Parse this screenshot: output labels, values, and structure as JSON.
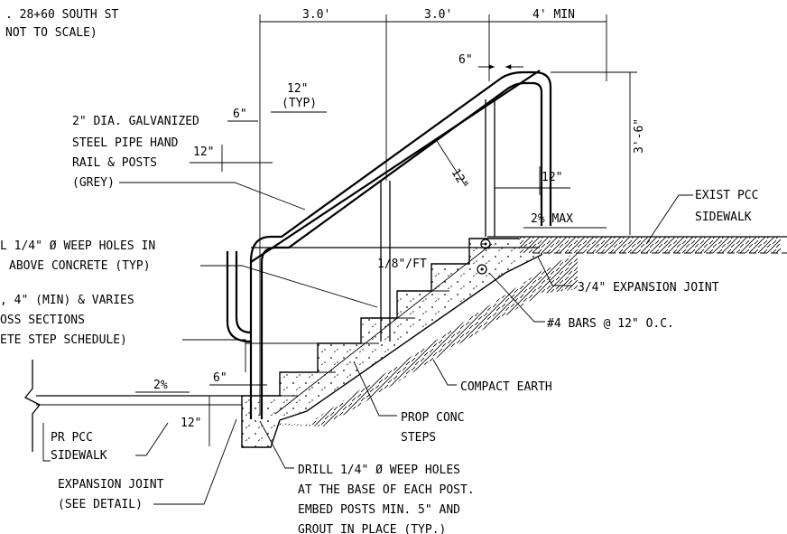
{
  "title": {
    "line1": ". 28+60 SOUTH ST",
    "line2": "NOT TO SCALE)"
  },
  "dimensions": {
    "top_3ft_a": "3.0'",
    "top_3ft_b": "3.0'",
    "top_4ft_min": "4' MIN",
    "six_in_top": "6\"",
    "twelve_typ": "12\"",
    "typ": "(TYP)",
    "six_in_left": "6\"",
    "twelve_left": "12\"",
    "twelve_diag": "12\"",
    "twelve_right": "12\"",
    "rail_height": "3'-6\"",
    "two_pct_max": "2% MAX",
    "slope": "1/8\"/FT",
    "six_in_bottom": "6\"",
    "two_pct": "2%",
    "twelve_bottom": "12\""
  },
  "notes": {
    "handrail": [
      "2\" DIA. GALVANIZED",
      "STEEL PIPE HAND",
      "RAIL & POSTS",
      "(GREY)"
    ],
    "weep_holes": [
      "L 1/4\" Ø WEEP HOLES IN",
      "ABOVE CONCRETE (TYP)"
    ],
    "step_schedule": [
      ", 4\" (MIN) & VARIES",
      "OSS SECTIONS",
      "ETE STEP SCHEDULE)"
    ],
    "exist_sidewalk": [
      "EXIST PCC",
      "SIDEWALK"
    ],
    "expansion_joint_top": "3/4\" EXPANSION JOINT",
    "bars": "#4 BARS @ 12\" O.C.",
    "compact_earth": "COMPACT EARTH",
    "prop_steps": [
      "PROP CONC",
      "STEPS"
    ],
    "pr_sidewalk": [
      "PR PCC",
      "SIDEWALK"
    ],
    "expansion_joint_bottom": [
      "EXPANSION JOINT",
      "(SEE DETAIL)"
    ],
    "drill": [
      "DRILL 1/4\" Ø WEEP HOLES",
      "AT THE BASE OF EACH POST.",
      "EMBED POSTS MIN. 5\" AND",
      "GROUT IN PLACE (TYP.)"
    ]
  }
}
